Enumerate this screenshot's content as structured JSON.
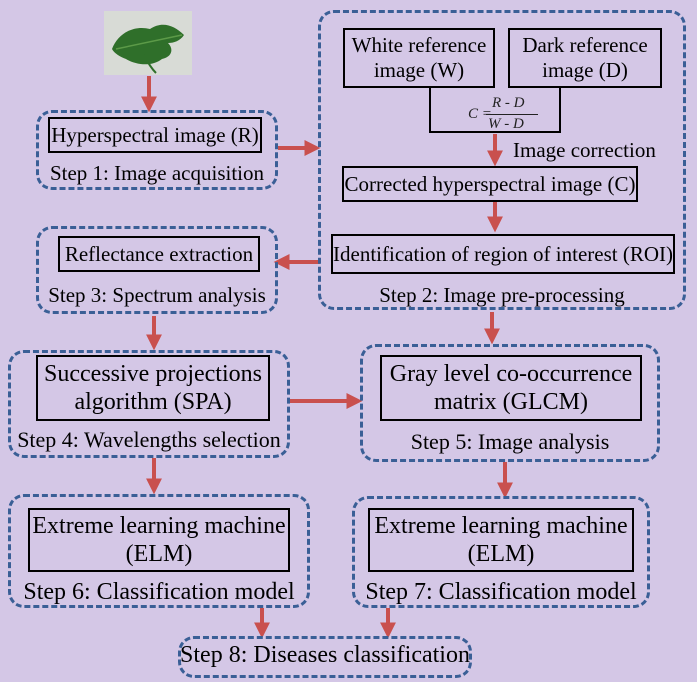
{
  "colors": {
    "background": "#d4c7e6",
    "dashed_border": "#3a5f96",
    "arrow": "#c9504e"
  },
  "image_icon": "tomato-leaf-image",
  "boxes": {
    "hyperspectral": "Hyperspectral image (R)",
    "white_ref_line1": "White reference",
    "white_ref_line2": "image (W)",
    "dark_ref_line1": "Dark reference",
    "dark_ref_line2": "image (D)",
    "corrected": "Corrected hyperspectral image (C)",
    "roi": "Identification of region of interest (ROI)",
    "reflectance": "Reflectance extraction",
    "spa_line1": "Successive projections",
    "spa_line2": "algorithm (SPA)",
    "glcm_line1": "Gray level co-occurrence",
    "glcm_line2": "matrix (GLCM)",
    "elm_line1": "Extreme learning machine",
    "elm_line2": "(ELM)"
  },
  "formula": {
    "lhs": "C =",
    "numerator": "R  - D",
    "denominator": "W  - D"
  },
  "labels": {
    "image_correction": "Image correction"
  },
  "steps": {
    "step1": "Step 1: Image acquisition",
    "step2": "Step 2: Image pre-processing",
    "step3": "Step 3: Spectrum analysis",
    "step4": "Step 4: Wavelengths selection",
    "step5": "Step 5: Image analysis",
    "step6": "Step 6: Classification model",
    "step7": "Step 7: Classification model",
    "step8": "Step 8: Diseases classification"
  }
}
